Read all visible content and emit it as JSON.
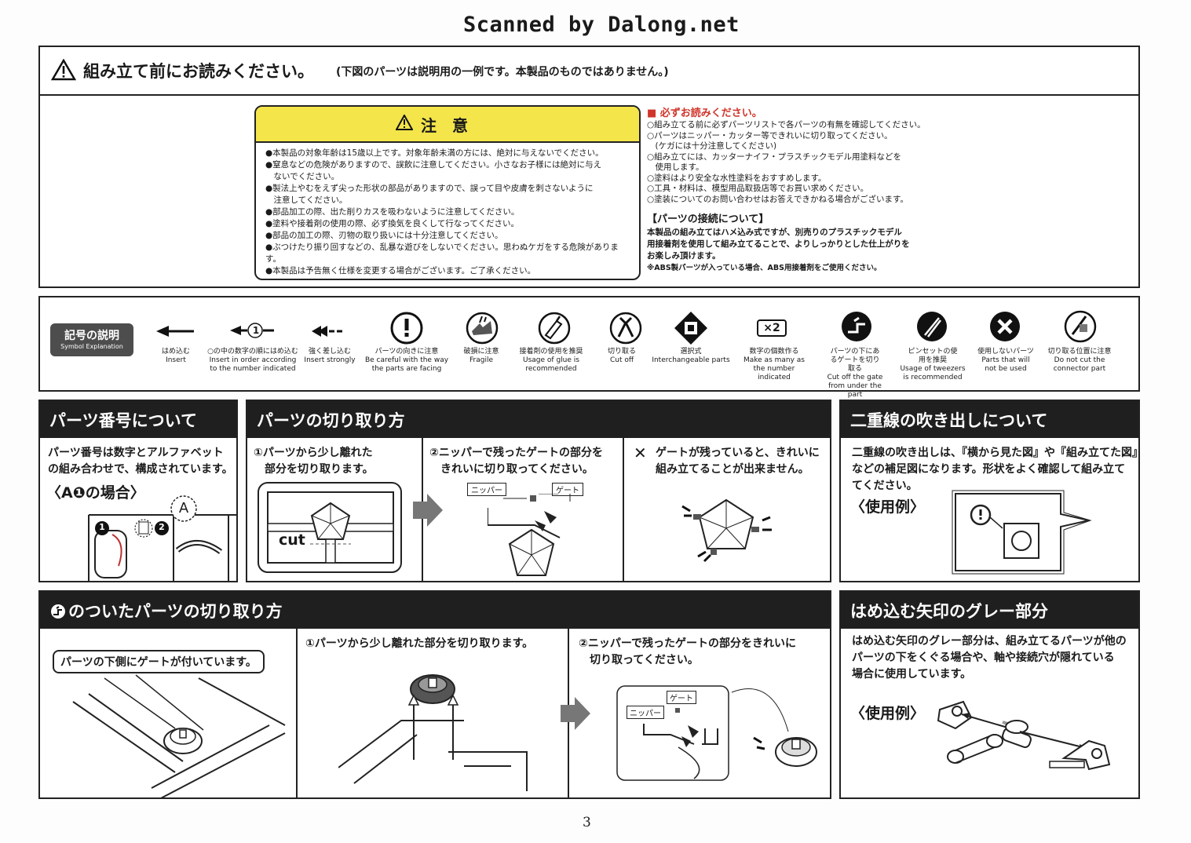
{
  "scan_banner": "Scanned by Dalong.net",
  "page_number": "3",
  "read_before": {
    "title": "組み立て前にお読みください。",
    "subtitle": "(下図のパーツは説明用の一例です。本製品のものではありません。)",
    "caution_title": "注　意",
    "caution_items": [
      "●本製品の対象年齢は15歳以上です。対象年齢未満の方には、絶対に与えないでください。",
      "●窒息などの危険がありますので、誤飲に注意してください。小さなお子様には絶対に与え",
      "　ないでください。",
      "●製法上やむをえず尖った形状の部品がありますので、誤って目や皮膚を刺さないように",
      "　注意してください。",
      "●部品加工の際、出た削りカスを吸わないように注意してください。",
      "●塗料や接着剤の使用の際、必ず換気を良くして行なってください。",
      "●部品の加工の際、刃物の取り扱いには十分注意してください。",
      "●ぶつけたり振り回すなどの、乱暴な遊びをしないでください。思わぬケガをする危険があります。",
      "●本製品は予告無く仕様を変更する場合がございます。ご了承ください。"
    ],
    "must_read_title": "■ 必ずお読みください。",
    "must_read_items": [
      "○組み立てる前に必ずパーツリストで各パーツの有無を確認してください。",
      "○パーツはニッパー・カッター等できれいに切り取ってください。",
      "　(ケガには十分注意してください)",
      "○組み立てには、カッターナイフ・プラスチックモデル用塗料などを",
      "　使用します。",
      "○塗料はより安全な水性塗料をおすすめします。",
      "○工具・材料は、模型用品取扱店等でお買い求めください。",
      "○塗装についてのお問い合わせはお答えできかねる場合がございます。"
    ],
    "connection_title": "【パーツの接続について】",
    "connection_lines": [
      "本製品の組み立てはハメ込み式ですが、別売りのプラスチックモデル",
      "用接着剤を使用して組み立てることで、よりしっかりとした仕上がりを",
      "お楽しみ頂けます。"
    ],
    "abs_note": "※ABS製パーツが入っている場合、ABS用接着剤をご使用ください。"
  },
  "symbols": {
    "badge_jp": "記号の説明",
    "badge_en": "Symbol Explanation",
    "circle_number": "1",
    "x2_label": "×2",
    "items": [
      {
        "jp": "はめ込む",
        "en": "Insert"
      },
      {
        "jp": "○の中の数字の順にはめ込む",
        "en": "Insert in order according to the number indicated"
      },
      {
        "jp": "強く差し込む",
        "en": "Insert strongly"
      },
      {
        "jp": "パーツの向きに注意",
        "en": "Be careful with the way the parts are facing"
      },
      {
        "jp": "破損に注意",
        "en": "Fragile"
      },
      {
        "jp": "接着剤の使用を推奨",
        "en": "Usage of glue is recommended"
      },
      {
        "jp": "切り取る",
        "en": "Cut off"
      },
      {
        "jp": "選択式",
        "en": "Interchangeable parts"
      },
      {
        "jp": "数字の個数作る",
        "en": "Make as many as the number indicated"
      },
      {
        "jp": "パーツの下にあるゲートを切り取る",
        "en": "Cut off the gate from under the part"
      },
      {
        "jp": "ピンセットの使用を推奨",
        "en": "Usage of tweezers is recommended"
      },
      {
        "jp": "使用しないパーツ",
        "en": "Parts that will not be used"
      },
      {
        "jp": "切り取る位置に注意",
        "en": "Do not cut the connector part"
      }
    ]
  },
  "part_number": {
    "title": "パーツ番号について",
    "lines": [
      "パーツ番号は数字とアルファベット",
      "の組み合わせで、構成されています。"
    ],
    "example": "〈A❶の場合〉",
    "letter": "A",
    "num1": "1",
    "num2": "2"
  },
  "cutting": {
    "title": "パーツの切り取り方",
    "step1": [
      "①パーツから少し離れた",
      "　部分を切り取ります。"
    ],
    "cut_label": "cut",
    "step2": [
      "②ニッパーで残ったゲートの部分を",
      "　きれいに切り取ってください。"
    ],
    "nipper_label": "ニッパー",
    "gate_label": "ゲート",
    "bad_mark": "✕",
    "bad": [
      "ゲートが残っていると、きれいに",
      "組み立てることが出来ません。"
    ]
  },
  "double_line": {
    "title": "二重線の吹き出しについて",
    "lines": [
      "二重線の吹き出しは、『横から見た図』や『組み立てた図』",
      "などの補足図になります。形状をよく確認して組み立て",
      "てください。"
    ],
    "example": "〈使用例〉"
  },
  "gate_parts": {
    "title": "のついたパーツの切り取り方",
    "callout": "パーツの下側にゲートが付いています。",
    "step1": "①パーツから少し離れた部分を切り取ります。",
    "step2": [
      "②ニッパーで残ったゲートの部分をきれいに",
      "　切り取ってください。"
    ],
    "nipper_label": "ニッパー",
    "gate_label": "ゲート"
  },
  "grey_arrow": {
    "title": "はめ込む矢印のグレー部分",
    "lines": [
      "はめ込む矢印のグレー部分は、組み立てるパーツが他の",
      "パーツの下をくぐる場合や、軸や接続穴が隠れている",
      "場合に使用しています。"
    ],
    "example": "〈使用例〉"
  }
}
